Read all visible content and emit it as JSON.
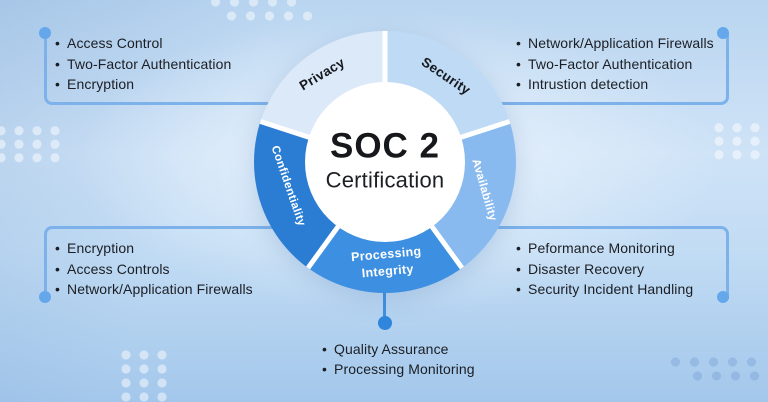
{
  "center": {
    "title": "SOC 2",
    "subtitle": "Certification"
  },
  "donut": {
    "start_angle": 0,
    "segment_sweep": 72,
    "segments": [
      {
        "id": "security",
        "label": "Security",
        "color": "#bfdaf5",
        "text_color": "#15181d"
      },
      {
        "id": "availability",
        "label": "Availability",
        "color": "#89baef",
        "text_color": "#ffffff"
      },
      {
        "id": "processing-integrity",
        "label": "Processing\nIntegrity",
        "color": "#3d8fe1",
        "text_color": "#ffffff"
      },
      {
        "id": "confidentiality",
        "label": "Confidentiality",
        "color": "#2a7dd3",
        "text_color": "#ffffff"
      },
      {
        "id": "privacy",
        "label": "Privacy",
        "color": "#dce9f8",
        "text_color": "#15181d"
      }
    ]
  },
  "lists": {
    "privacy": {
      "items": [
        "Access Control",
        "Two-Factor Authentication",
        "Encryption"
      ]
    },
    "security": {
      "items": [
        "Network/Application Firewalls",
        "Two-Factor Authentication",
        "Intrustion detection"
      ]
    },
    "confidentiality": {
      "items": [
        "Encryption",
        "Access Controls",
        "Network/Application Firewalls"
      ]
    },
    "availability": {
      "items": [
        "Peformance Monitoring",
        "Disaster Recovery",
        "Security Incident Handling"
      ]
    },
    "processing_integrity": {
      "items": [
        "Quality Assurance",
        "Processing Monitoring"
      ]
    }
  },
  "colors": {
    "connector_line": "#7db1ea",
    "connector_dot": "#64a7ea",
    "center_connector_line": "#3e90e1",
    "center_connector_dot": "#2f86dc",
    "segment_gap": "#ffffff",
    "center_disc": "#ffffff"
  }
}
